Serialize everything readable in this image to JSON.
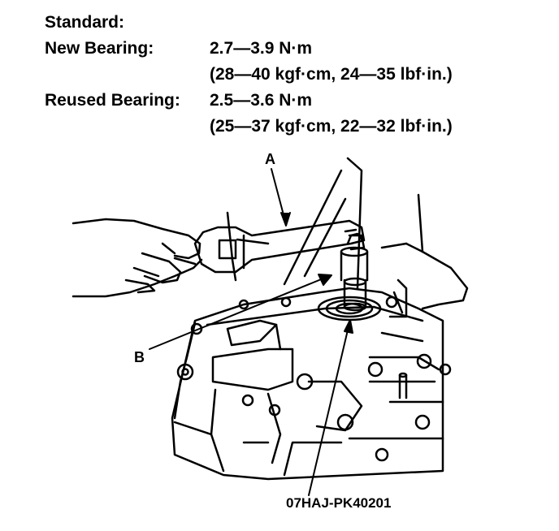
{
  "spec": {
    "heading": "Standard:",
    "new_label": "New Bearing:",
    "new_value": "2.7—3.9 N·m",
    "new_alt": "(28—40 kgf·cm, 24—35 lbf·in.)",
    "reused_label": "Reused Bearing:",
    "reused_value": "2.5—3.6 N·m",
    "reused_alt": "(25—37 kgf·cm, 22—32 lbf·in.)"
  },
  "callouts": {
    "a": "A",
    "b": "B"
  },
  "part_number": "07HAJ-PK40201"
}
